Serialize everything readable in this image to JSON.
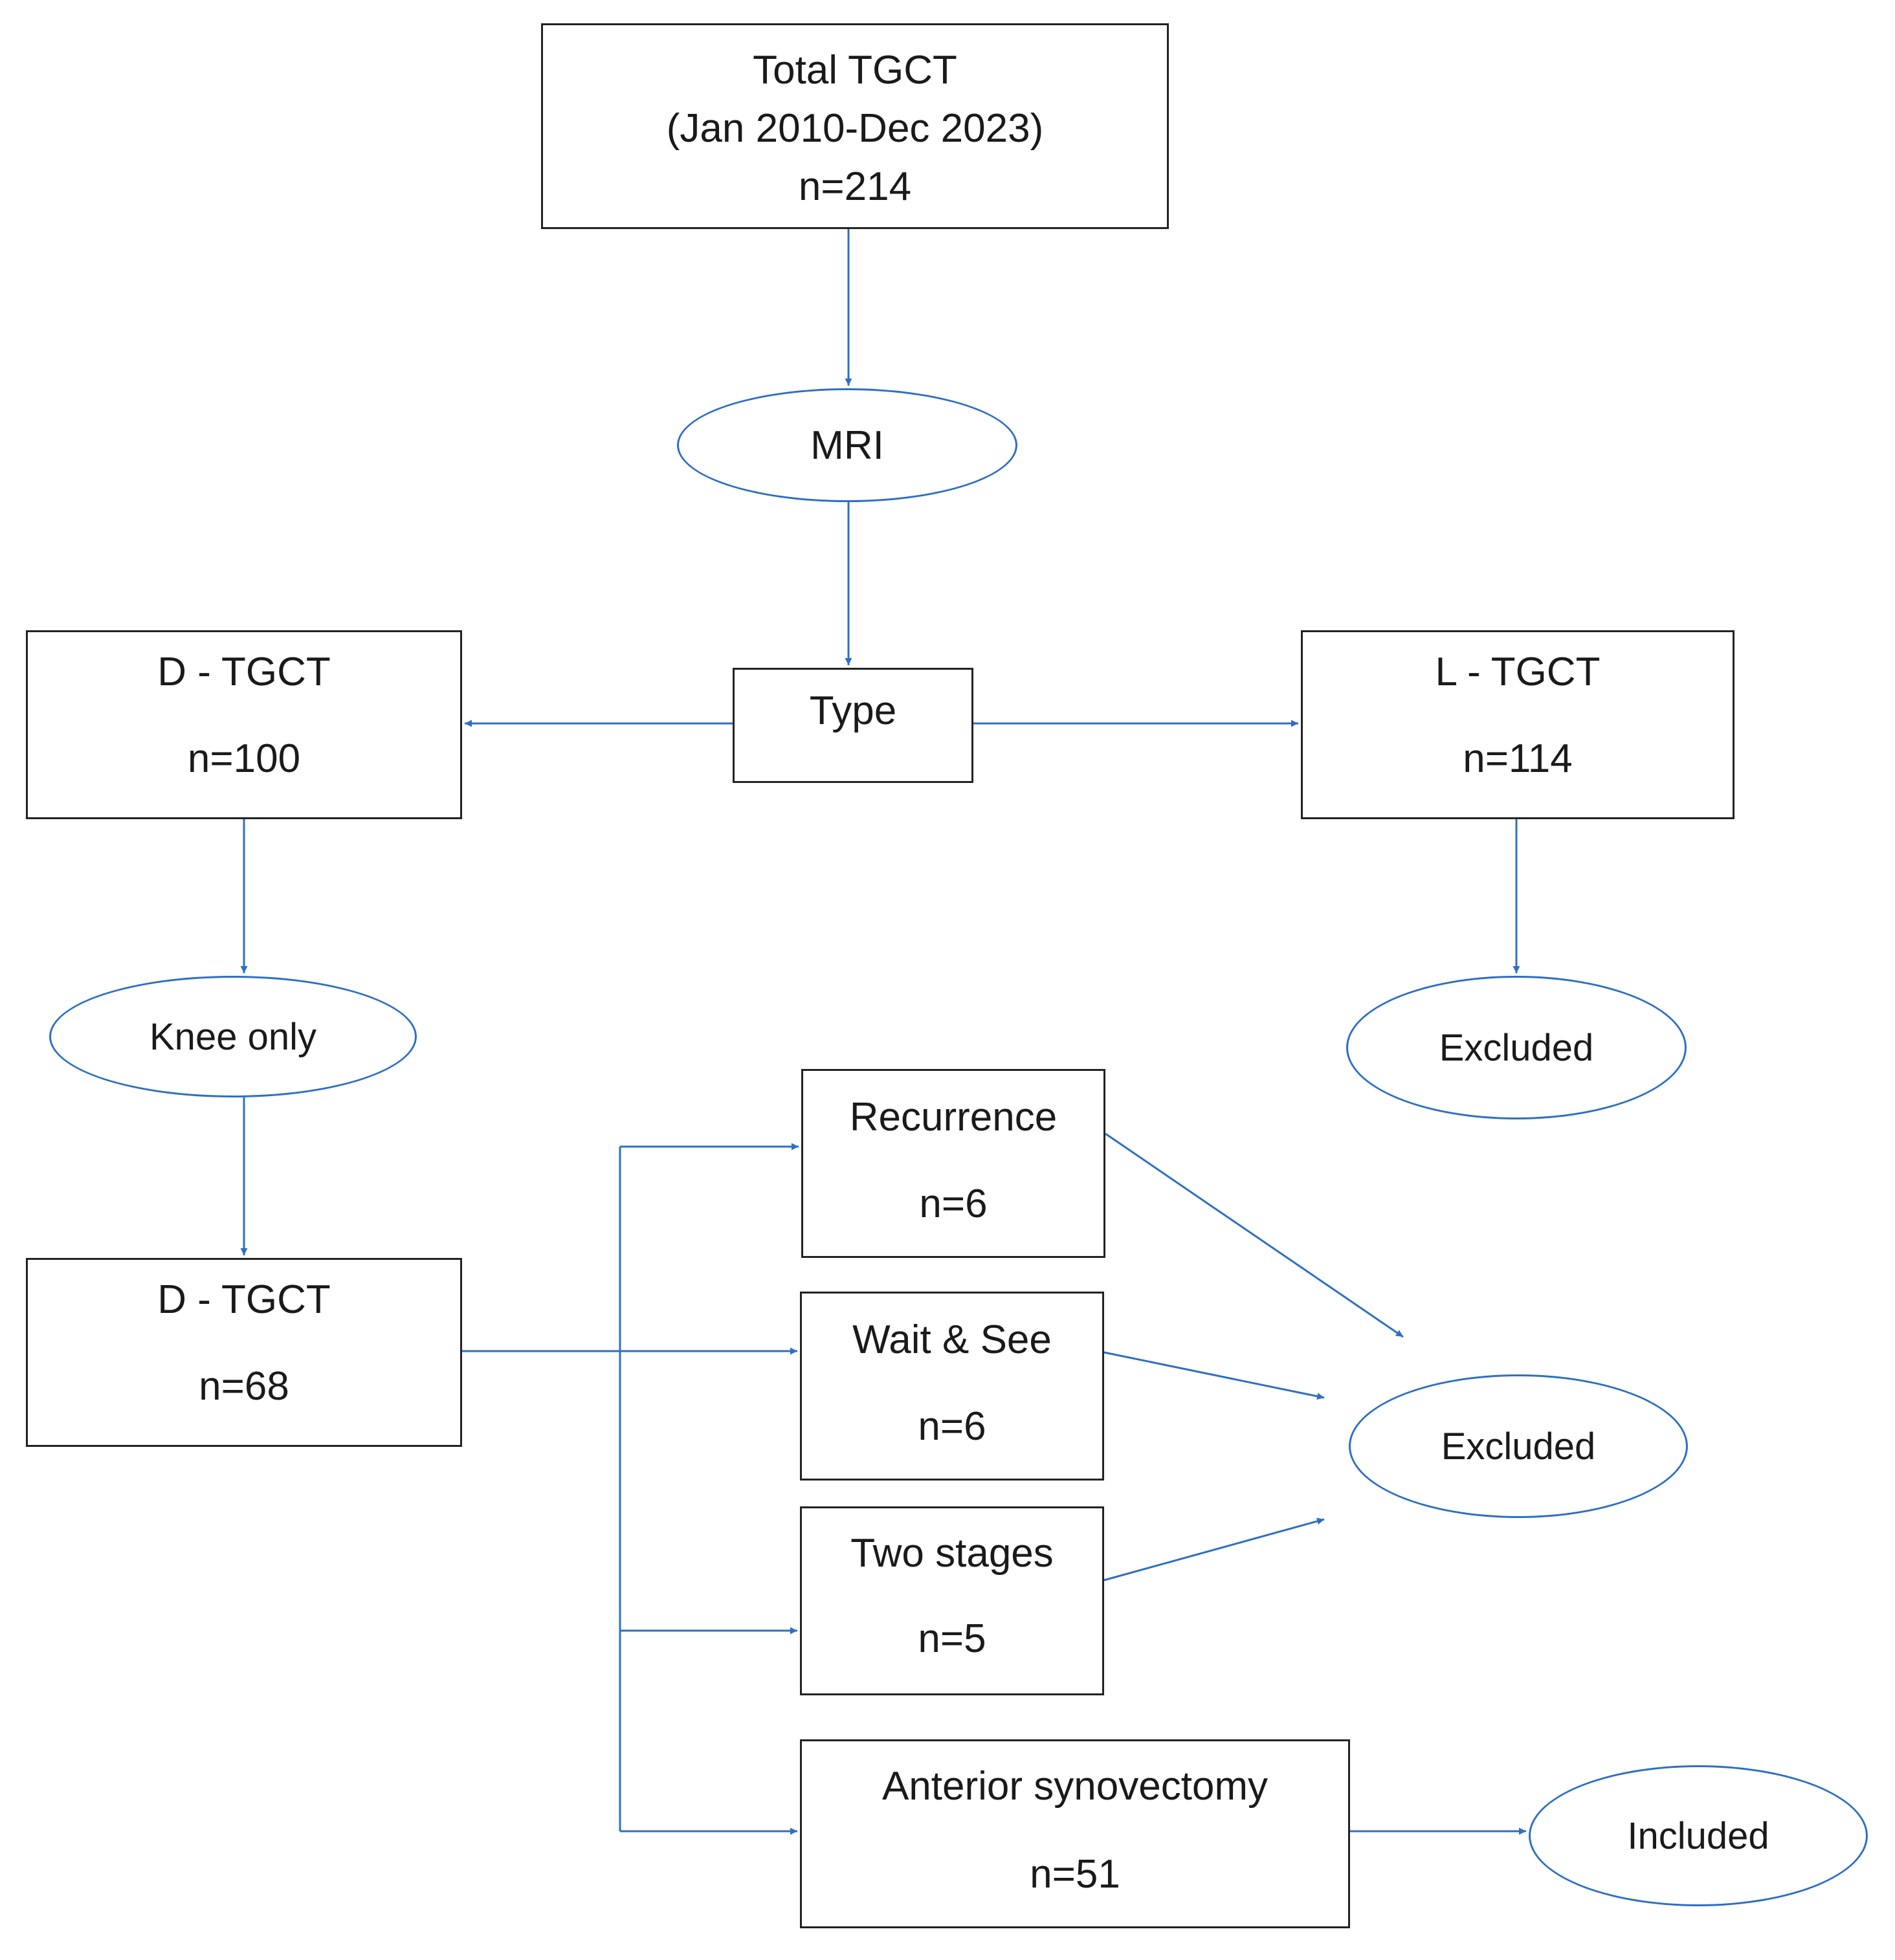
{
  "diagram": {
    "edge_color": "#2e6fc4",
    "nodes": {
      "total": {
        "title": "Total TGCT",
        "period": "(Jan 2010-Dec 2023)",
        "count": "n=214"
      },
      "mri": {
        "label": "MRI"
      },
      "type": {
        "label": "Type"
      },
      "d_tgct": {
        "title": "D - TGCT",
        "count": "n=100"
      },
      "l_tgct": {
        "title": "L - TGCT",
        "count": "n=114"
      },
      "knee_only": {
        "label": "Knee only"
      },
      "excluded_l": {
        "label": "Excluded"
      },
      "d_tgct_knee": {
        "title": "D - TGCT",
        "count": "n=68"
      },
      "recurrence": {
        "title": "Recurrence",
        "count": "n=6"
      },
      "wait_see": {
        "title": "Wait & See",
        "count": "n=6"
      },
      "two_stages": {
        "title": "Two stages",
        "count": "n=5"
      },
      "anterior_synovectomy": {
        "title": "Anterior synovectomy",
        "count": "n=51"
      },
      "excluded_groups": {
        "label": "Excluded"
      },
      "included": {
        "label": "Included"
      }
    }
  }
}
